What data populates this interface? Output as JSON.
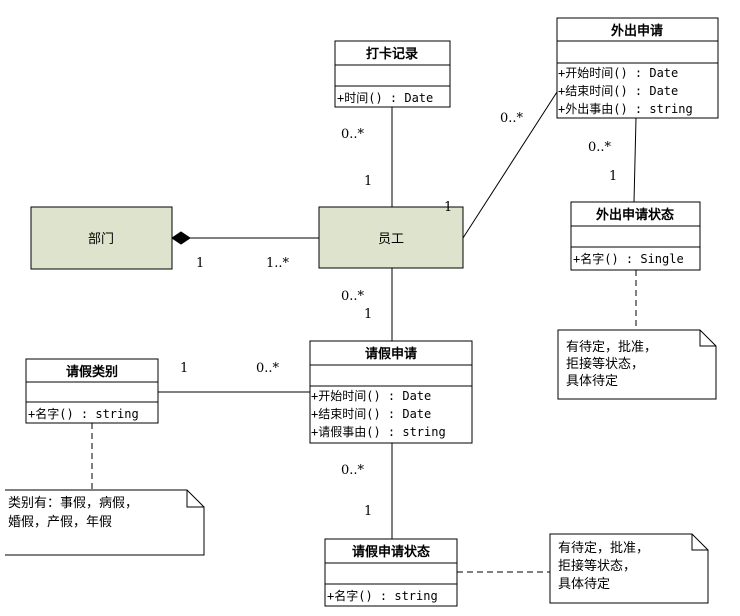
{
  "classes": {
    "daka": {
      "title": "打卡记录",
      "attrs": [
        "+时间() : Date"
      ]
    },
    "waichu": {
      "title": "外出申请",
      "attrs": [
        "+开始时间() : Date",
        "+结束时间() : Date",
        "+外出事由() : string"
      ]
    },
    "waichuzt": {
      "title": "外出申请状态",
      "attrs": [
        "+名字() : Single"
      ]
    },
    "qingjia": {
      "title": "请假申请",
      "attrs": [
        "+开始时间() : Date",
        "+结束时间() : Date",
        "+请假事由() : string"
      ]
    },
    "leibie": {
      "title": "请假类别",
      "attrs": [
        "+名字() : string"
      ]
    },
    "qjzt": {
      "title": "请假申请状态",
      "attrs": [
        "+名字() : string"
      ]
    }
  },
  "entities": {
    "bumen": "部门",
    "yuangong": "员工"
  },
  "multiplicities": {
    "daka_many": "0..*",
    "daka_one": "1",
    "waichu_many": "0..*",
    "waichu_one": "1",
    "waichuzt_many": "0..*",
    "waichuzt_one": "1",
    "bumen_one": "1",
    "bumen_many": "1..*",
    "qingjia_many": "0..*",
    "qingjia_one": "1",
    "leibie_one": "1",
    "leibie_many": "0..*",
    "qjzt_many": "0..*",
    "qjzt_one": "1"
  },
  "notes": {
    "waichuzt_note": [
      "有待定，批准，",
      "拒接等状态，",
      "具体待定"
    ],
    "leibie_note": [
      "类别有：事假，病假，",
      "婚假，产假，年假"
    ],
    "qjzt_note": [
      "有待定，批准，",
      "拒接等状态，",
      "具体待定"
    ]
  },
  "colors": {
    "entity_fill": "#dde3cc",
    "line": "#000000",
    "box_fill": "#ffffff"
  }
}
